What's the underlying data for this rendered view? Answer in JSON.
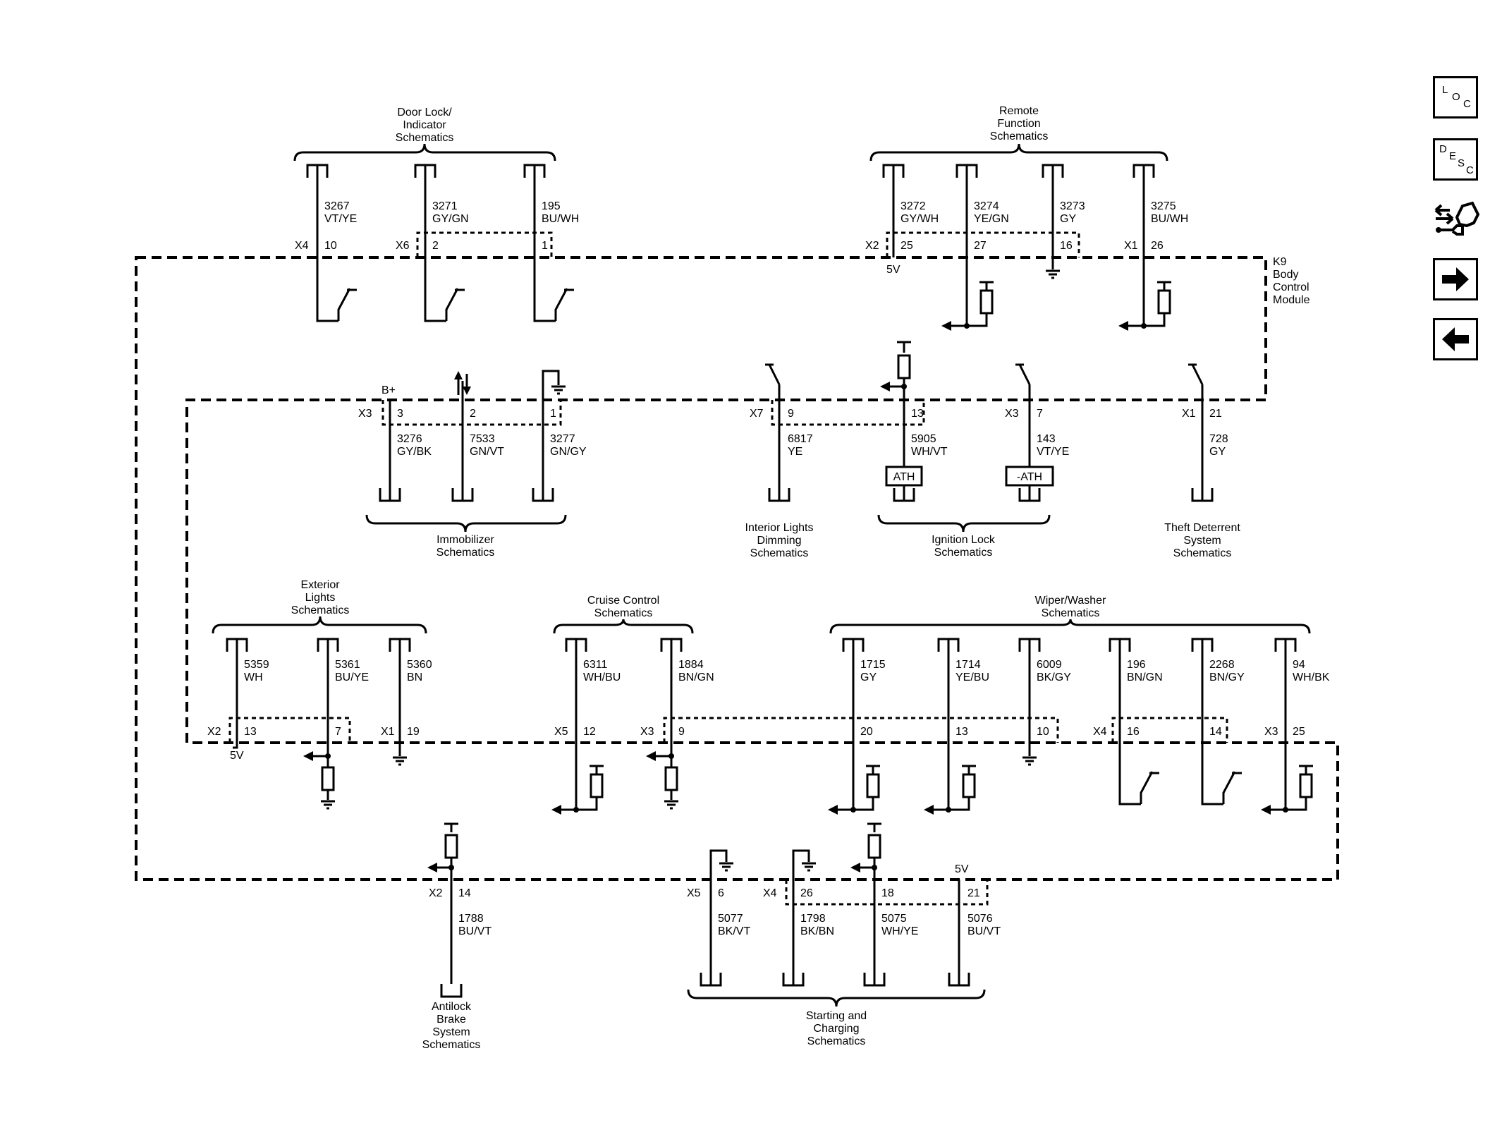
{
  "module": {
    "id": "K9",
    "line1": "Body",
    "line2": "Control",
    "line3": "Module"
  },
  "nav": {
    "loc": [
      "L",
      "O",
      "C"
    ],
    "desc": [
      "D",
      "E",
      "S",
      "C"
    ],
    "arrow_right": "next-page-icon",
    "arrow_left": "previous-page-icon",
    "connector_tool": "connector-wrench-icon"
  },
  "groups": {
    "door_lock": [
      "Door Lock/",
      "Indicator",
      "Schematics"
    ],
    "remote": [
      "Remote",
      "Function",
      "Schematics"
    ],
    "immobilizer": [
      "Immobilizer",
      "Schematics"
    ],
    "interior": [
      "Interior Lights",
      "Dimming",
      "Schematics"
    ],
    "ignition": [
      "Ignition Lock",
      "Schematics"
    ],
    "theft": [
      "Theft Deterrent",
      "System",
      "Schematics"
    ],
    "exterior": [
      "Exterior",
      "Lights",
      "Schematics"
    ],
    "cruise": [
      "Cruise Control",
      "Schematics"
    ],
    "wiper": [
      "Wiper/Washer",
      "Schematics"
    ],
    "abs": [
      "Antilock",
      "Brake",
      "System",
      "Schematics"
    ],
    "starting": [
      "Starting and",
      "Charging",
      "Schematics"
    ]
  },
  "connectors": {
    "x4a": "X4",
    "x6": "X6",
    "x2a": "X2",
    "x1a": "X1",
    "x3a": "X3",
    "x7": "X7",
    "x3b": "X3",
    "x1b": "X1",
    "x2b": "X2",
    "x1c": "X1",
    "x5a": "X5",
    "x3c": "X3",
    "x4b": "X4",
    "x3d": "X3",
    "x2c": "X2",
    "x5b": "X5",
    "x4c": "X4"
  },
  "labels": {
    "b_plus": "B+",
    "v5a": "5V",
    "v5b": "5V",
    "v5c": "5V",
    "ath": "ATH",
    "nath": "-ATH"
  },
  "wires": {
    "w3267": {
      "pin": "10",
      "circuit": "3267",
      "color": "VT/YE"
    },
    "w3271": {
      "pin": "2",
      "circuit": "3271",
      "color": "GY/GN"
    },
    "w195": {
      "pin": "1",
      "circuit": "195",
      "color": "BU/WH"
    },
    "w3272": {
      "pin": "25",
      "circuit": "3272",
      "color": "GY/WH"
    },
    "w3274": {
      "pin": "27",
      "circuit": "3274",
      "color": "YE/GN"
    },
    "w3273": {
      "pin": "16",
      "circuit": "3273",
      "color": "GY"
    },
    "w3275": {
      "pin": "26",
      "circuit": "3275",
      "color": "BU/WH"
    },
    "w3276": {
      "pin": "3",
      "circuit": "3276",
      "color": "GY/BK"
    },
    "w7533": {
      "pin": "2",
      "circuit": "7533",
      "color": "GN/VT"
    },
    "w3277": {
      "pin": "1",
      "circuit": "3277",
      "color": "GN/GY"
    },
    "w6817": {
      "pin": "9",
      "circuit": "6817",
      "color": "YE"
    },
    "w5905": {
      "pin": "13",
      "circuit": "5905",
      "color": "WH/VT"
    },
    "w143": {
      "pin": "7",
      "circuit": "143",
      "color": "VT/YE"
    },
    "w728": {
      "pin": "21",
      "circuit": "728",
      "color": "GY"
    },
    "w5359": {
      "pin": "13",
      "circuit": "5359",
      "color": "WH"
    },
    "w5361": {
      "pin": "7",
      "circuit": "5361",
      "color": "BU/YE"
    },
    "w5360": {
      "pin": "19",
      "circuit": "5360",
      "color": "BN"
    },
    "w6311": {
      "pin": "12",
      "circuit": "6311",
      "color": "WH/BU"
    },
    "w1884": {
      "pin": "9",
      "circuit": "1884",
      "color": "BN/GN"
    },
    "w1715": {
      "pin": "20",
      "circuit": "1715",
      "color": "GY"
    },
    "w1714": {
      "pin": "13",
      "circuit": "1714",
      "color": "YE/BU"
    },
    "w6009": {
      "pin": "10",
      "circuit": "6009",
      "color": "BK/GY"
    },
    "w196": {
      "pin": "16",
      "circuit": "196",
      "color": "BN/GN"
    },
    "w2268": {
      "pin": "14",
      "circuit": "2268",
      "color": "BN/GY"
    },
    "w94": {
      "pin": "25",
      "circuit": "94",
      "color": "WH/BK"
    },
    "w1788": {
      "pin": "14",
      "circuit": "1788",
      "color": "BU/VT"
    },
    "w5077": {
      "pin": "6",
      "circuit": "5077",
      "color": "BK/VT"
    },
    "w1798": {
      "pin": "26",
      "circuit": "1798",
      "color": "BK/BN"
    },
    "w5075": {
      "pin": "18",
      "circuit": "5075",
      "color": "WH/YE"
    },
    "w5076": {
      "pin": "21",
      "circuit": "5076",
      "color": "BU/VT"
    }
  }
}
